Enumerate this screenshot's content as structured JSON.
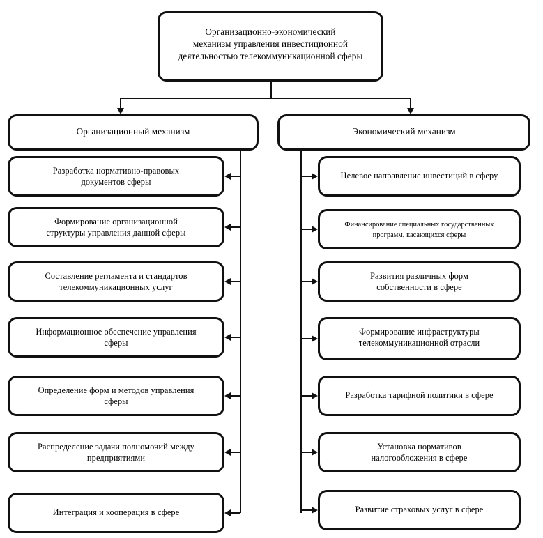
{
  "diagram": {
    "root": {
      "label": "Организационно-экономический\nмеханизм управления инвестиционной\nдеятельностью телекоммуникационной сферы"
    },
    "branches": [
      {
        "id": "organizational",
        "label": "Организационный механизм",
        "arrow_direction": "left",
        "items": [
          {
            "label": "Разработка нормативно-правовых\nдокументов сферы",
            "lines": 2,
            "size": "normal"
          },
          {
            "label": "Формирование организационной\nструктуры управления данной сферы",
            "lines": 2,
            "size": "normal"
          },
          {
            "label": "Составление регламента и стандартов\nтелекоммуникационных услуг",
            "lines": 2,
            "size": "normal"
          },
          {
            "label": "Информационное обеспечение управления\nсферы",
            "lines": 2,
            "size": "normal"
          },
          {
            "label": "Определение форм и методов управления\nсферы",
            "lines": 2,
            "size": "normal"
          },
          {
            "label": "Распределение задачи полномочий между\nпредприятиями",
            "lines": 2,
            "size": "normal"
          },
          {
            "label": "Интеграция и кооперация в сфере",
            "lines": 1,
            "size": "normal"
          }
        ]
      },
      {
        "id": "economic",
        "label": "Экономический механизм",
        "arrow_direction": "right",
        "items": [
          {
            "label": "Целевое направление инвестиций в сферу",
            "lines": 1,
            "size": "normal"
          },
          {
            "label": "Финансирование специальных государственных\nпрограмм, касающихся сферы",
            "lines": 2,
            "size": "small"
          },
          {
            "label": "Развития различных форм\nсобственности в сфере",
            "lines": 2,
            "size": "normal"
          },
          {
            "label": "Формирование инфраструктуры\nтелекоммуникационной отрасли",
            "lines": 2,
            "size": "normal"
          },
          {
            "label": "Разработка тарифной политики в сфере",
            "lines": 1,
            "size": "normal"
          },
          {
            "label": "Установка нормативов\nналогообложения в сфере",
            "lines": 2,
            "size": "normal"
          },
          {
            "label": "Развитие страховых услуг в сфере",
            "lines": 1,
            "size": "normal"
          }
        ]
      }
    ],
    "colors": {
      "stroke": "#111111",
      "fill": "#ffffff",
      "text": "#000000"
    }
  }
}
